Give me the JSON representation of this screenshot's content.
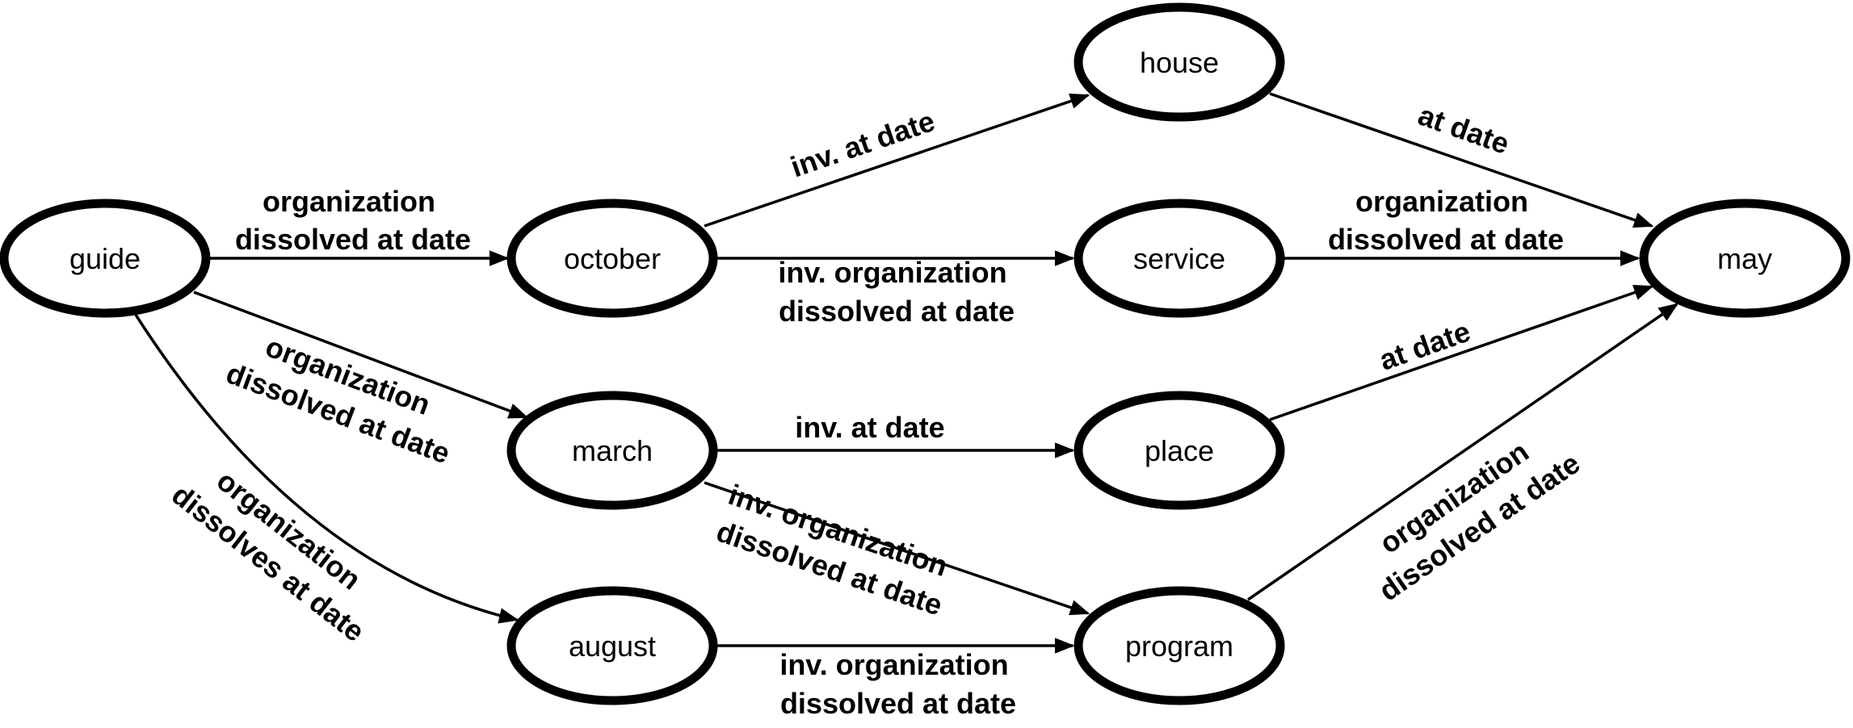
{
  "nodes": {
    "guide": "guide",
    "october": "october",
    "march": "march",
    "august": "august",
    "house": "house",
    "service": "service",
    "place": "place",
    "program": "program",
    "may": "may"
  },
  "edges": {
    "guide_october": [
      "organization",
      "dissolved at date"
    ],
    "guide_march": [
      "organization",
      "dissolved at date"
    ],
    "guide_august": [
      "organization",
      "dissolves at date"
    ],
    "october_house": [
      "inv. at date"
    ],
    "october_service": [
      "inv. organization",
      "dissolved at date"
    ],
    "march_place": [
      "inv. at date"
    ],
    "march_program": [
      "inv. organization",
      "dissolved at date"
    ],
    "august_program": [
      "inv. organization",
      "dissolved at date"
    ],
    "house_may": [
      "at date"
    ],
    "service_may": [
      "organization",
      "dissolved at date"
    ],
    "place_may": [
      "at date"
    ],
    "program_may": [
      "organization",
      "dissolved at date"
    ]
  }
}
